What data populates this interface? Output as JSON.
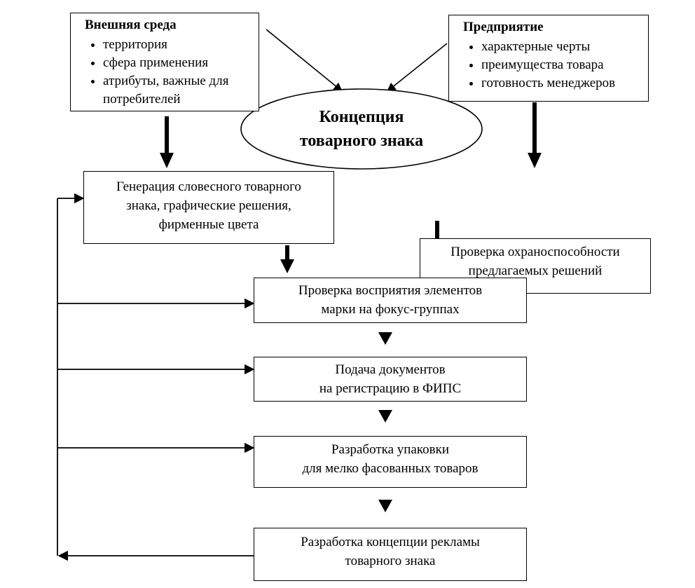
{
  "external": {
    "title": "Внешняя среда",
    "items": [
      "территория",
      "сфера применения",
      "атрибуты, важные для потребителей"
    ]
  },
  "enterprise": {
    "title": "Предприятие",
    "items": [
      "характерные черты",
      "преимущества товара",
      "готовность менеджеров"
    ]
  },
  "concept": {
    "line1": "Концепция",
    "line2": "товарного знака"
  },
  "generation": {
    "line1": "Генерация словесного товарного",
    "line2": "знака, графические решения,",
    "line3": "фирменные цвета"
  },
  "protection": {
    "line1": "Проверка охраноспособности",
    "line2": "предлагаемых решений"
  },
  "perception": {
    "line1": "Проверка восприятия элементов",
    "line2": "марки на фокус-группах"
  },
  "filing": {
    "line1": "Подача документов",
    "line2": "на регистрацию в ФИПС"
  },
  "packaging": {
    "line1": "Разработка упаковки",
    "line2": "для мелко фасованных товаров"
  },
  "advertising": {
    "line1": "Разработка концепции рекламы",
    "line2": "товарного знака"
  }
}
